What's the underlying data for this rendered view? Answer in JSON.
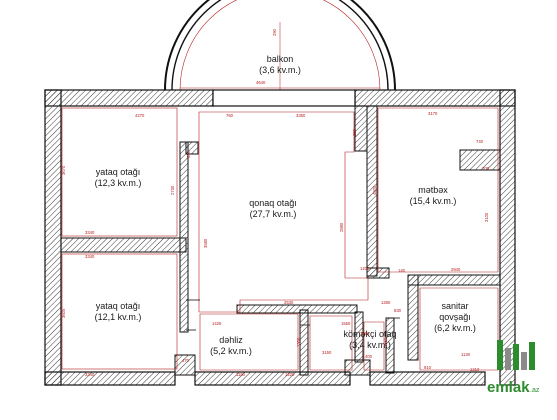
{
  "rooms": {
    "balkon": {
      "name": "balkon",
      "area": "(3,6 kv.m.)"
    },
    "bedroom1": {
      "name": "yataq otağı",
      "area": "(12,3 kv.m.)"
    },
    "bedroom2": {
      "name": "yataq otağı",
      "area": "(12,1 kv.m.)"
    },
    "living": {
      "name": "qonaq otağı",
      "area": "(27,7 kv.m.)"
    },
    "kitchen": {
      "name": "mətbəx",
      "area": "(15,4 kv.m.)"
    },
    "hall": {
      "name": "dəhliz",
      "area": "(5,2 kv.m.)"
    },
    "utility": {
      "name": "köməkçi otaq",
      "area": "(3,4 kv.m.)"
    },
    "bath": {
      "name": "sanitar",
      "area": "qovşağı",
      "area2": "(6,2 kv.m.)"
    }
  },
  "dims": {
    "d4270": "4270",
    "d760": "760",
    "d3350": "3350",
    "d3170": "3170",
    "d4640": "4640",
    "d3340a": "3340",
    "d3340b": "3340",
    "d3340c": "3340",
    "d2530": "2530",
    "d1280": "1280",
    "d830": "830",
    "d3150": "3150",
    "d1425": "1425",
    "d2940": "2940",
    "d1130": "1130",
    "d1550": "1550",
    "d3670": "3670",
    "d3605": "3605",
    "d2730": "2730",
    "d3580": "3580",
    "d2880": "2880",
    "d4000": "4000",
    "d3100": "3100",
    "d1220": "1220",
    "d1180": "1180",
    "d1210": "1210",
    "d1300": "1300",
    "d1560": "1560",
    "d1090": "1090",
    "d910": "910",
    "d290": "290",
    "d400": "400",
    "d250": "250",
    "d140": "140",
    "d740": "740",
    "d700": "700",
    "d650": "650",
    "d470": "470",
    "d1200": "1200"
  },
  "logo": {
    "text": "emlak",
    "suffix": ".az",
    "colors": {
      "green": "#2e8b2e",
      "gray": "#8a8a8a"
    }
  },
  "colors": {
    "wall": "#111111",
    "dim_line": "#b51c1c",
    "hatch": "#3a3a3a"
  }
}
